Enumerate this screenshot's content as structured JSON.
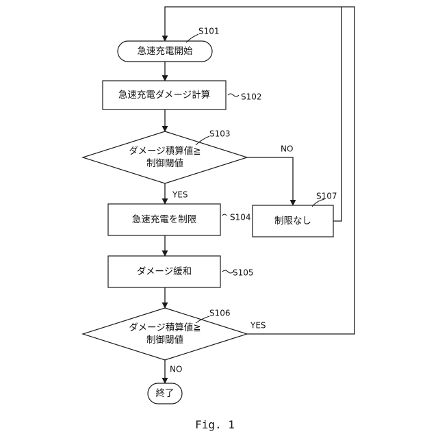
{
  "diagram": {
    "caption": "Fig. 1",
    "nodes": [
      {
        "id": "S101",
        "type": "terminal",
        "lines": [
          "急速充電開始"
        ],
        "step": "S101"
      },
      {
        "id": "S102",
        "type": "process",
        "lines": [
          "急速充電ダメージ計算"
        ],
        "step": "S102"
      },
      {
        "id": "S103",
        "type": "decision",
        "lines": [
          "ダメージ積算値≧",
          "制御閾値"
        ],
        "step": "S103"
      },
      {
        "id": "S104",
        "type": "process",
        "lines": [
          "急速充電を制限"
        ],
        "step": "S104"
      },
      {
        "id": "S105",
        "type": "process",
        "lines": [
          "ダメージ緩和"
        ],
        "step": "S105"
      },
      {
        "id": "S106",
        "type": "decision",
        "lines": [
          "ダメージ積算値≧",
          "制御閾値"
        ],
        "step": "S106"
      },
      {
        "id": "S107",
        "type": "process",
        "lines": [
          "制限なし"
        ],
        "step": "S107"
      },
      {
        "id": "END",
        "type": "terminal",
        "lines": [
          "終了"
        ],
        "step": ""
      }
    ],
    "edges": [
      {
        "from": "S101",
        "to": "S102",
        "label": ""
      },
      {
        "from": "S102",
        "to": "S103",
        "label": ""
      },
      {
        "from": "S103",
        "to": "S104",
        "label": "YES"
      },
      {
        "from": "S103",
        "to": "S107",
        "label": "NO"
      },
      {
        "from": "S104",
        "to": "S105",
        "label": ""
      },
      {
        "from": "S105",
        "to": "S106",
        "label": ""
      },
      {
        "from": "S106",
        "to": "S101",
        "label": "YES"
      },
      {
        "from": "S106",
        "to": "END",
        "label": "NO"
      },
      {
        "from": "S107",
        "to": "S101",
        "label": ""
      }
    ]
  }
}
